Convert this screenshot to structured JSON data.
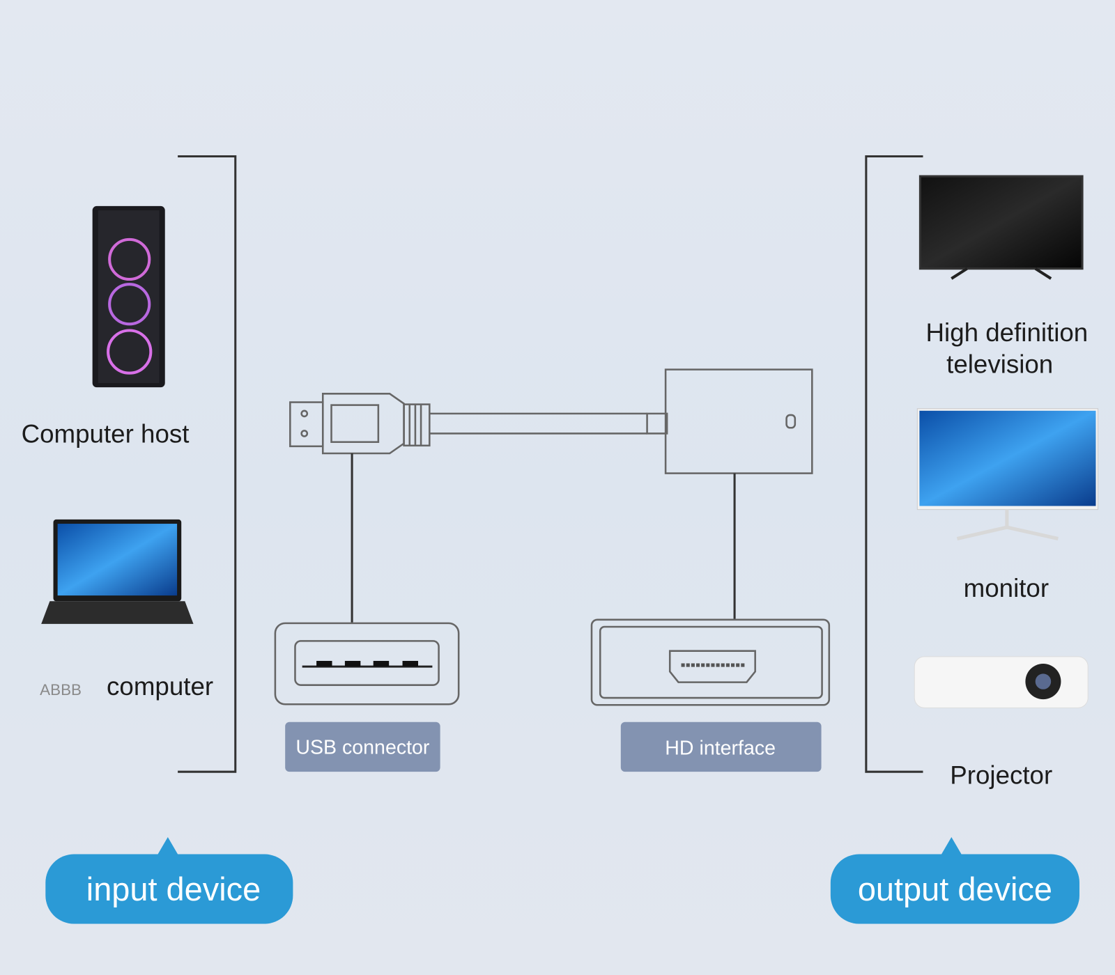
{
  "input_side": {
    "devices": [
      {
        "label": "Computer host",
        "icon": "desktop-tower-icon"
      },
      {
        "label": "computer",
        "prefix_garbled": "ABBB",
        "icon": "laptop-icon"
      }
    ],
    "pill_label": "input device"
  },
  "adapter": {
    "usb_label": "USB connector",
    "hd_label": "HD interface"
  },
  "output_side": {
    "devices": [
      {
        "label_line1": "High definition",
        "label_line2": "television",
        "icon": "tv-icon"
      },
      {
        "label": "monitor",
        "icon": "monitor-icon"
      },
      {
        "label": "Projector",
        "icon": "projector-icon"
      }
    ],
    "pill_label": "output device"
  },
  "colors": {
    "pill": "#2b9ad6",
    "tag": "#8393b1",
    "background": "#dfe6f0"
  }
}
